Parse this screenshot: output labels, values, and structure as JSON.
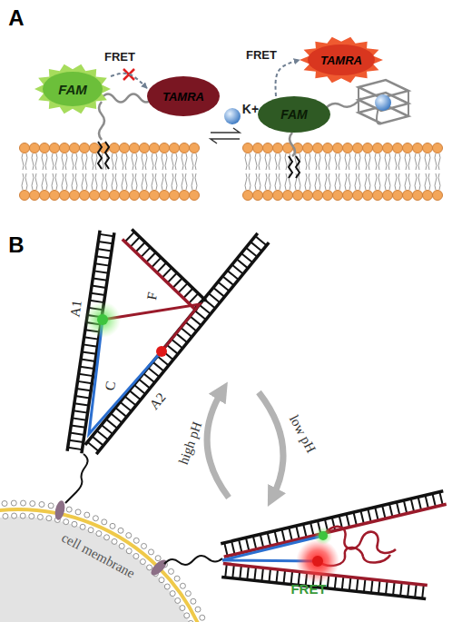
{
  "diagram": {
    "nodes": [
      {
        "text": [
          "FAM"
        ]
      },
      {
        "text": [
          "TAMRA"
        ]
      },
      {
        "text": [
          "TAMRA"
        ]
      },
      {
        "text": [
          "FAM"
        ]
      }
    ],
    "edges": [
      {
        "from": 0,
        "to": 1,
        "arrow": "to",
        "label": "FRET"
      },
      {
        "from": 3,
        "to": 2,
        "arrow": "to",
        "label": "FRET"
      }
    ],
    "labels": [
      "A",
      "K+",
      "B",
      "A1",
      "F",
      "C",
      "A2",
      "low pH",
      "high pH",
      "cell membrane",
      "FRET"
    ]
  }
}
